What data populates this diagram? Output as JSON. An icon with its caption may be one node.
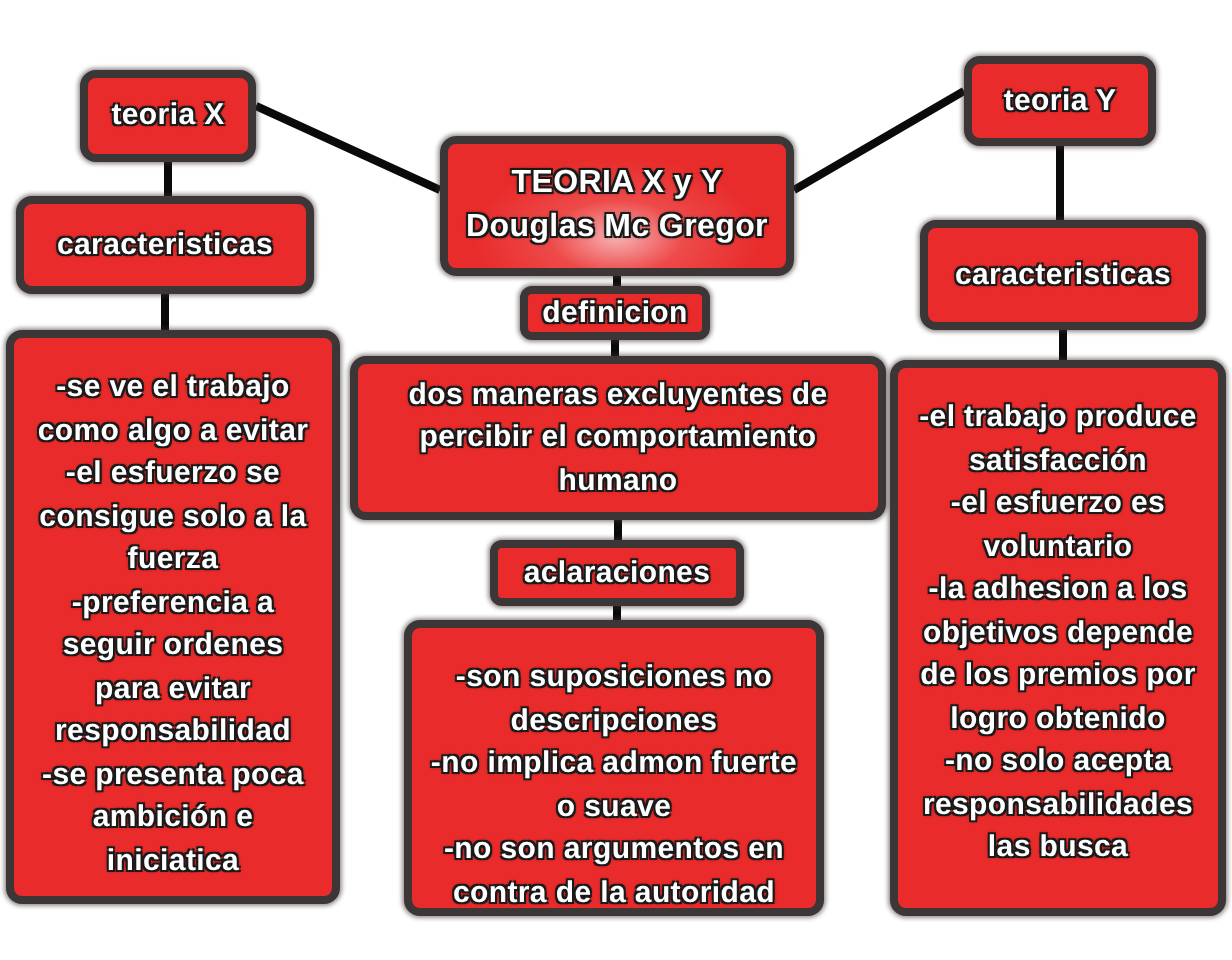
{
  "diagram": {
    "nodes": [
      {
        "text": [
          "teoria X"
        ]
      },
      {
        "text": [
          "TEORIA X y Y",
          "Douglas Mc Gregor"
        ]
      },
      {
        "text": [
          "teoria Y"
        ]
      },
      {
        "text": [
          "caracteristicas"
        ]
      },
      {
        "text": [
          "definicion"
        ]
      },
      {
        "text": [
          "caracteristicas"
        ]
      },
      {
        "text": [
          "-se ve el trabajo como algo a evitar",
          "-el esfuerzo se consigue solo a la fuerza",
          "-preferencia a seguir ordenes para evitar responsabilidad",
          "-se presenta poca ambición e iniciatica"
        ]
      },
      {
        "text": [
          "dos maneras excluyentes de percibir el comportamiento humano"
        ]
      },
      {
        "text": [
          "-el trabajo produce satisfacción",
          "-el esfuerzo es voluntario",
          "-la adhesion a los objetivos depende de los premios por logro obtenido",
          "-no solo acepta responsabilidades las busca"
        ]
      },
      {
        "text": [
          "aclaraciones"
        ]
      },
      {
        "text": [
          "-son suposiciones no descripciones",
          "-no implica admon fuerte o suave",
          "-no son argumentos en contra de la autoridad"
        ]
      }
    ],
    "edges": [
      {
        "from": 1,
        "to": 0,
        "arrow": "none"
      },
      {
        "from": 1,
        "to": 2,
        "arrow": "none"
      },
      {
        "from": 0,
        "to": 3,
        "arrow": "none"
      },
      {
        "from": 3,
        "to": 6,
        "arrow": "none"
      },
      {
        "from": 1,
        "to": 4,
        "arrow": "none"
      },
      {
        "from": 4,
        "to": 7,
        "arrow": "none"
      },
      {
        "from": 7,
        "to": 9,
        "arrow": "none"
      },
      {
        "from": 9,
        "to": 10,
        "arrow": "none"
      },
      {
        "from": 2,
        "to": 5,
        "arrow": "none"
      },
      {
        "from": 5,
        "to": 8,
        "arrow": "none"
      }
    ]
  }
}
